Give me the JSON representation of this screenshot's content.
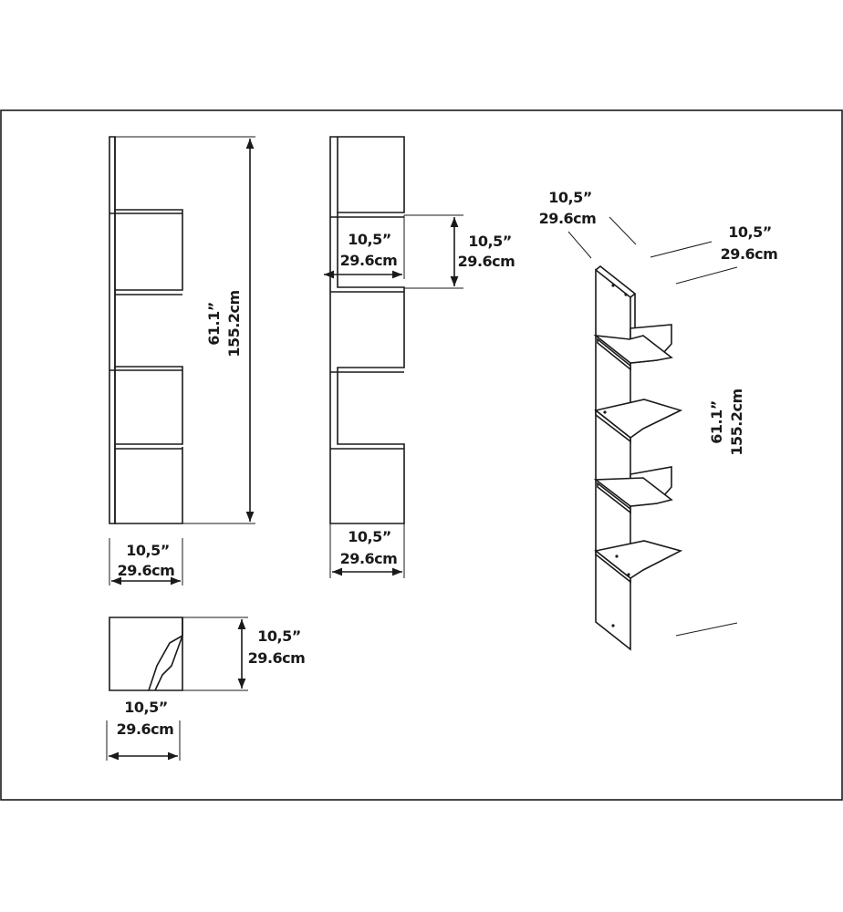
{
  "colors": {
    "line": "#1a1a1a",
    "background": "#ffffff"
  },
  "front_view": {
    "height_in": "61.1”",
    "height_cm": "155.2cm",
    "width_in": "10,5”",
    "width_cm": "29.6cm"
  },
  "side_view": {
    "shelf_in": "10,5”",
    "shelf_cm": "29.6cm",
    "depth_in": "10,5”",
    "depth_cm": "29.6cm",
    "width_in": "10,5”",
    "width_cm": "29.6cm"
  },
  "top_view": {
    "depth_in": "10,5”",
    "depth_cm": "29.6cm",
    "width_in": "10,5”",
    "width_cm": "29.6cm"
  },
  "iso_view": {
    "left_in": "10,5”",
    "left_cm": "29.6cm",
    "right_in": "10,5”",
    "right_cm": "29.6cm",
    "height_in": "61.1”",
    "height_cm": "155.2cm"
  }
}
